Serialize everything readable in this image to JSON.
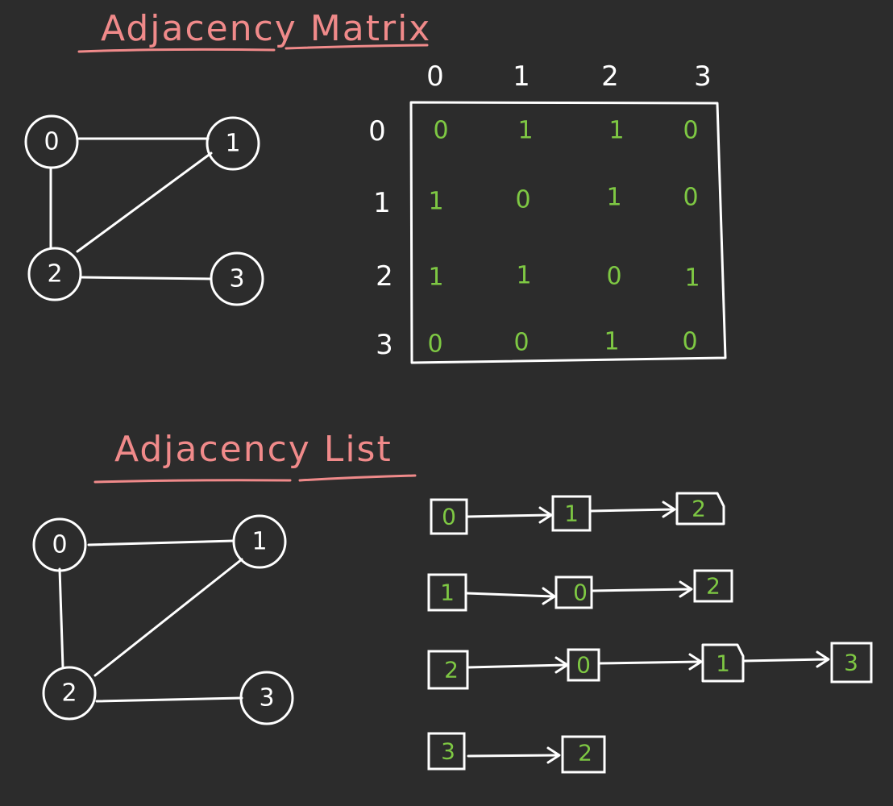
{
  "colors": {
    "background": "#2c2c2c",
    "ink": "#ffffff",
    "title": "#f08a8a",
    "value": "#7ec843"
  },
  "matrix_section": {
    "title": "Adjacency Matrix",
    "graph_nodes": [
      "0",
      "1",
      "2",
      "3"
    ],
    "column_headers": [
      "0",
      "1",
      "2",
      "3"
    ],
    "row_headers": [
      "0",
      "1",
      "2",
      "3"
    ],
    "rows": [
      [
        "0",
        "1",
        "1",
        "0"
      ],
      [
        "1",
        "0",
        "1",
        "0"
      ],
      [
        "1",
        "1",
        "0",
        "1"
      ],
      [
        "0",
        "0",
        "1",
        "0"
      ]
    ]
  },
  "list_section": {
    "title": "Adjacency List",
    "graph_nodes": [
      "0",
      "1",
      "2",
      "3"
    ],
    "lists": [
      {
        "head": "0",
        "neighbors": [
          "1",
          "2"
        ]
      },
      {
        "head": "1",
        "neighbors": [
          "0",
          "2"
        ]
      },
      {
        "head": "2",
        "neighbors": [
          "0",
          "1",
          "3"
        ]
      },
      {
        "head": "3",
        "neighbors": [
          "2"
        ]
      }
    ]
  }
}
